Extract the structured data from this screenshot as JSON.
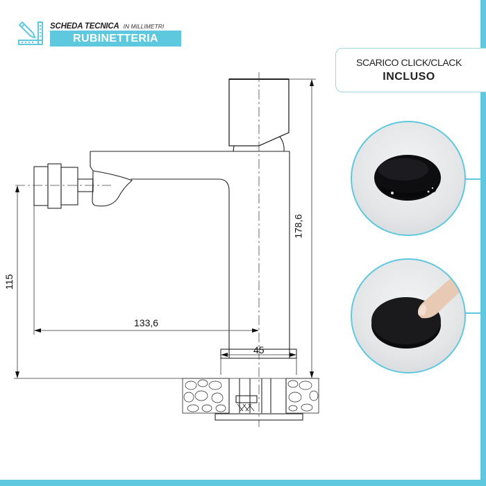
{
  "header": {
    "title": "SCHEDA TECNICA",
    "subtitle": "IN MILLIMETRI",
    "banner": "RUBINETTERIA",
    "icon": "ruler-pencil-icon",
    "accent_color": "#5ec8de"
  },
  "info_box": {
    "line1": "SCARICO CLICK/CLACK",
    "line2": "INCLUSO"
  },
  "photos": [
    {
      "name": "drain-cap-closed-photo",
      "description": "black click-clack drain cap in white basin"
    },
    {
      "name": "drain-cap-pressed-photo",
      "description": "finger pressing black click-clack drain cap"
    }
  ],
  "dimensions": {
    "total_height": "178,6",
    "spout_height": "115",
    "spout_reach": "133,6",
    "base_width": "45",
    "unit": "mm"
  }
}
